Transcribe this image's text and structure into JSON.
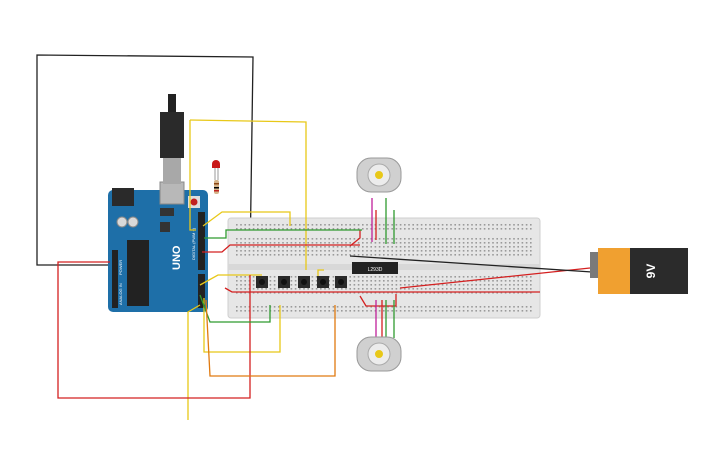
{
  "arduino": {
    "brand_text": "UNO",
    "digital_header": "DIGITAL (PWM ~)",
    "power_header": "POWER",
    "analog_header": "ANALOG IN"
  },
  "battery": {
    "label": "9V"
  },
  "chip": {
    "label": "L293D"
  },
  "colors": {
    "arduino_board": "#1e6fa8",
    "breadboard": "#e6e6e6",
    "battery_body": "#f0a030",
    "battery_cap": "#2b2b2b",
    "wire_red": "#d42020",
    "wire_black": "#222222",
    "wire_yellow": "#e8c818",
    "wire_green": "#2f9a2f",
    "wire_orange": "#e07a10",
    "wire_magenta": "#c0209a",
    "led_red": "#c81818"
  },
  "icons": [
    "usb-cable",
    "led",
    "resistor",
    "push-button",
    "dc-motor",
    "ic-chip",
    "battery-9v"
  ]
}
